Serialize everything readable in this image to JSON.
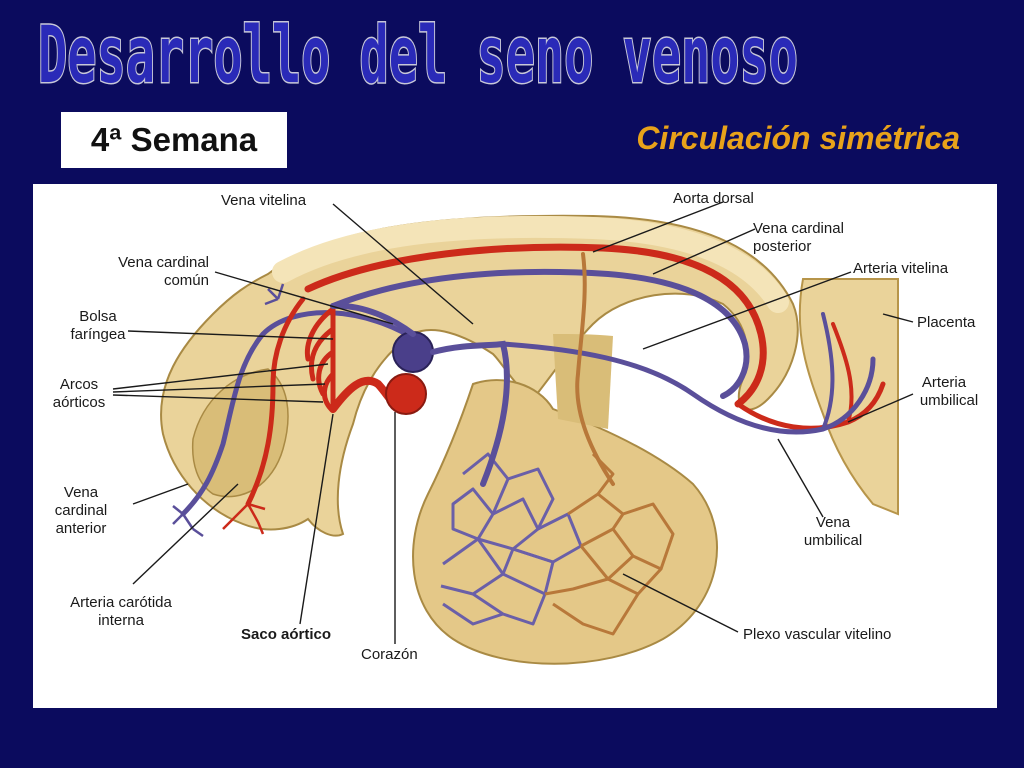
{
  "slide": {
    "title": "Desarrollo del seno venoso",
    "week": "4ª Semana",
    "subtitle": "Circulación simétrica"
  },
  "labels": {
    "vena_vitelina": "Vena vitelina",
    "aorta_dorsal": "Aorta dorsal",
    "vena_cardinal_posterior_1": "Vena cardinal",
    "vena_cardinal_posterior_2": "posterior",
    "vena_cardinal_comun_1": "Vena cardinal",
    "vena_cardinal_comun_2": "común",
    "arteria_vitelina": "Arteria vitelina",
    "bolsa_faringea_1": "Bolsa",
    "bolsa_faringea_2": "faríngea",
    "placenta": "Placenta",
    "arcos_aorticos_1": "Arcos",
    "arcos_aorticos_2": "aórticos",
    "arteria_umbilical_1": "Arteria",
    "arteria_umbilical_2": "umbilical",
    "vena_cardinal_anterior_1": "Vena",
    "vena_cardinal_anterior_2": "cardinal",
    "vena_cardinal_anterior_3": "anterior",
    "vena_umbilical_1": "Vena",
    "vena_umbilical_2": "umbilical",
    "arteria_carotida_interna_1": "Arteria carótida",
    "arteria_carotida_interna_2": "interna",
    "saco_aortico": "Saco aórtico",
    "corazon": "Corazón",
    "plexo_vascular_vitelino": "Plexo vascular vitelino"
  },
  "colors": {
    "background": "#0b0b5e",
    "title_fill": "#2a2ab8",
    "title_outline": "#c8c8d8",
    "subtitle": "#e8a21a",
    "tissue": "#ead39a",
    "tissue_dark": "#d2b56c",
    "artery": "#cc2a1a",
    "vein": "#5a4f9a"
  }
}
